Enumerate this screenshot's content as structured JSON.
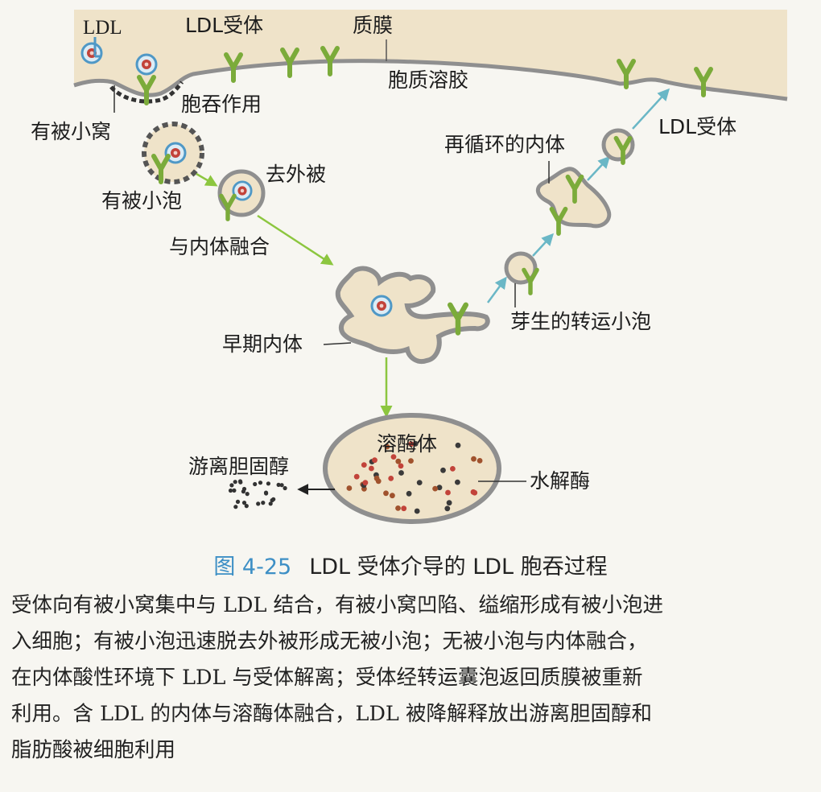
{
  "labels": {
    "ldl": "LDL",
    "ldl_receptor_top": "LDL受体",
    "plasma_membrane": "质膜",
    "cytosol": "胞质溶胶",
    "endocytosis": "胞吞作用",
    "coated_pit": "有被小窝",
    "coated_vesicle": "有被小泡",
    "uncoating": "去外被",
    "fuse_with_endosome": "与内体融合",
    "early_endosome": "早期内体",
    "recycling_endosome": "再循环的内体",
    "ldl_receptor_right": "LDL受体",
    "budding_transport_vesicle": "芽生的转运小泡",
    "lysosome": "溶酶体",
    "hydrolase": "水解酶",
    "free_cholesterol": "游离胆固醇"
  },
  "caption": {
    "figure_number": "图 4-25",
    "title": "LDL 受体介导的 LDL 胞吞过程"
  },
  "description_lines": [
    "受体向有被小窝集中与 LDL 结合，有被小窝凹陷、缢缩形成有被小泡进",
    "入细胞；有被小泡迅速脱去外被形成无被小泡；无被小泡与内体融合，",
    "在内体酸性环境下 LDL 与受体解离；受体经转运囊泡返回质膜被重新",
    "利用。含 LDL 的内体与溶酶体融合，LDL 被降解释放出游离胆固醇和",
    "脂肪酸被细胞利用"
  ],
  "colors": {
    "membrane_fill": "#efe3c9",
    "membrane_edge": "#8f8f8f",
    "receptor": "#7bab3a",
    "ldl_core": "#c2433a",
    "ldl_shell": "#4f98c6",
    "green_arrow": "#8cc63f",
    "blue_arrow": "#6ab7c6",
    "caption_number": "#3d8fc5"
  }
}
